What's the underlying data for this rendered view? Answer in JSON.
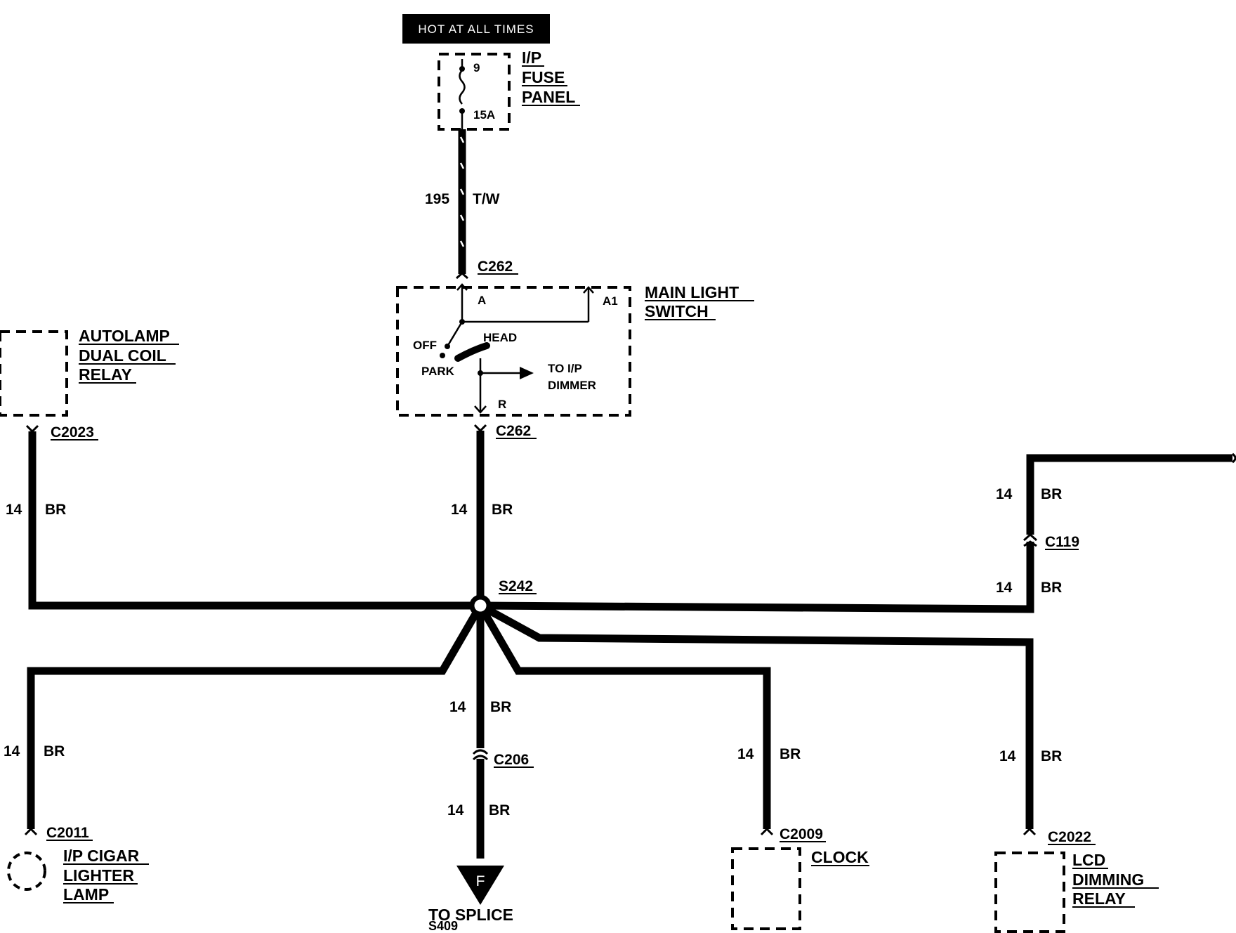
{
  "header": {
    "hot_label": "HOT AT ALL TIMES"
  },
  "fuse_panel": {
    "name_lines": [
      "I/P",
      "FUSE",
      "PANEL"
    ],
    "fuse_number": "9",
    "fuse_rating": "15A"
  },
  "feed_wire": {
    "gauge": "195",
    "color": "T/W"
  },
  "main_light_switch": {
    "name_lines": [
      "MAIN LIGHT",
      "SWITCH"
    ],
    "top_connector": "C262",
    "bottom_connector": "C262",
    "pin_a": "A",
    "pin_a1": "A1",
    "pin_r": "R",
    "pos_off": "OFF",
    "pos_head": "HEAD",
    "pos_park": "PARK",
    "dimmer_lines": [
      "TO I/P",
      "DIMMER"
    ]
  },
  "splice": {
    "name": "S242"
  },
  "autolamp_relay": {
    "name_lines": [
      "AUTOLAMP",
      "DUAL COIL",
      "RELAY"
    ],
    "connector": "C2023"
  },
  "right_branch": {
    "connector": "C119"
  },
  "cigar_lamp": {
    "name_lines": [
      "I/P CIGAR",
      "LIGHTER",
      "LAMP"
    ],
    "connector": "C2011"
  },
  "to_splice": {
    "connector": "C206",
    "flag_letter": "F",
    "line1": "TO SPLICE",
    "line2": "S409"
  },
  "clock": {
    "name": "CLOCK",
    "connector": "C2009"
  },
  "lcd_relay": {
    "name_lines": [
      "LCD",
      "DIMMING",
      "RELAY"
    ],
    "connector": "C2022"
  },
  "wire_spec": {
    "gauge": "14",
    "color": "BR"
  }
}
